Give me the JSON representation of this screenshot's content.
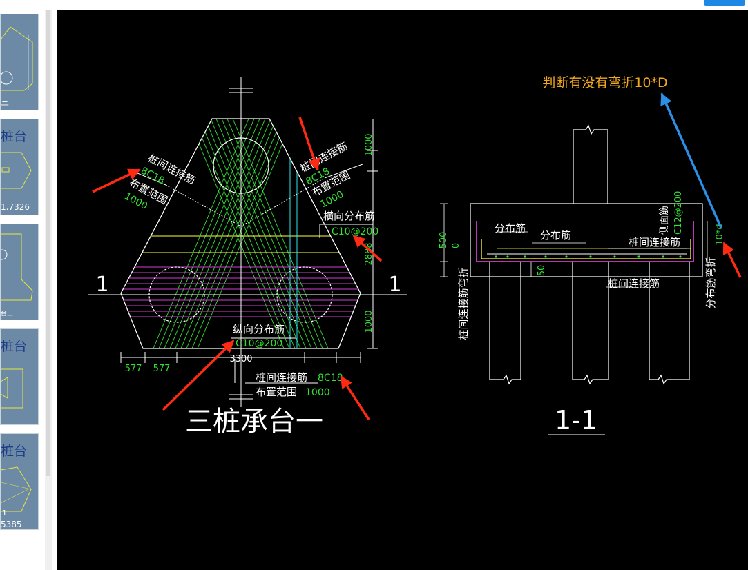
{
  "sidebar": {
    "thumbnails": [
      {
        "label": "",
        "sub": "三"
      },
      {
        "label": "桩台",
        "sub": "1.7326"
      },
      {
        "label": "",
        "sub": "台三"
      },
      {
        "label": "桩台",
        "sub": ""
      },
      {
        "label": "桩台",
        "sub": "5385"
      }
    ]
  },
  "drawing": {
    "title": "三桩承台一",
    "section_title": "1-1",
    "section_mark_left": "1",
    "section_mark_right": "1",
    "labels": {
      "left_conn": "桩间连接筋",
      "left_conn_spec": "8C18",
      "left_range": "布置范围",
      "left_range_val": "1000",
      "right_conn": "桩间连接筋",
      "right_conn_spec": "8C18",
      "right_range": "布置范围",
      "right_range_val": "1000",
      "transverse": "横向分布筋",
      "transverse_spec": "C10@200",
      "longitudinal": "纵向分布筋",
      "longitudinal_spec": "C10@200",
      "bottom_conn": "桩间连接筋",
      "bottom_conn_spec": "8C18",
      "bottom_range": "布置范围",
      "bottom_range_val": "1000"
    },
    "dims": {
      "top": "1000",
      "mid": "2888",
      "bottom": "1000",
      "width": "3300",
      "d1": "577",
      "d2": "577"
    },
    "section": {
      "dist1": "分布筋",
      "dist2": "分布筋",
      "conn1": "桩间连接筋",
      "conn2": "桩间连接筋",
      "side": "侧面筋",
      "side_spec": "C12@200",
      "dim_500": "500",
      "dim_0": "0",
      "dim_50": "50",
      "left_vertical": "桩间连接筋弯折",
      "right_vertical": "分布筋弯折",
      "right_spec": "10*d"
    },
    "annotation": "判断有没有弯折10*D"
  },
  "colors": {
    "canvas": "#000000",
    "white": "#ffffff",
    "green": "#33e033",
    "magenta": "#d23cd2",
    "yellow": "#ffff40",
    "cyan": "#2ee6e6",
    "orange": "#f2a81d",
    "arrow_red": "#ff2a12",
    "arrow_blue": "#2b8fe8"
  }
}
